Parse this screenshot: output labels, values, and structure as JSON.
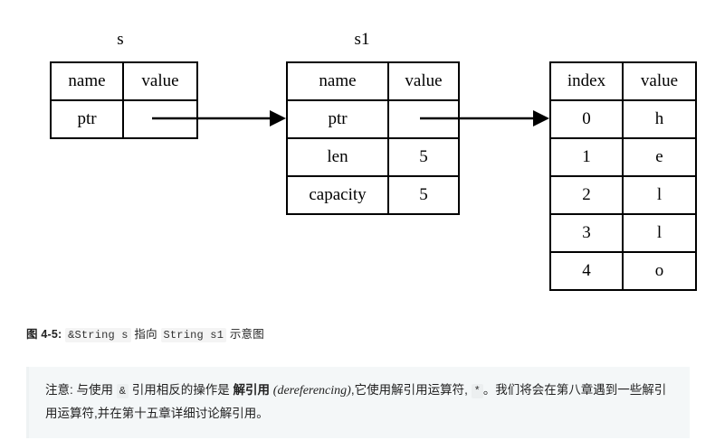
{
  "diagram": {
    "tables": [
      {
        "id": "s",
        "title": "s",
        "headers": [
          "name",
          "value"
        ],
        "rows": [
          {
            "name": "ptr",
            "value": ""
          }
        ]
      },
      {
        "id": "s1",
        "title": "s1",
        "headers": [
          "name",
          "value"
        ],
        "rows": [
          {
            "name": "ptr",
            "value": ""
          },
          {
            "name": "len",
            "value": "5"
          },
          {
            "name": "capacity",
            "value": "5"
          }
        ]
      },
      {
        "id": "heap",
        "title": "",
        "headers": [
          "index",
          "value"
        ],
        "rows": [
          {
            "name": "0",
            "value": "h"
          },
          {
            "name": "1",
            "value": "e"
          },
          {
            "name": "2",
            "value": "l"
          },
          {
            "name": "3",
            "value": "l"
          },
          {
            "name": "4",
            "value": "o"
          }
        ]
      }
    ],
    "arrows": [
      {
        "name": "arrow-s-to-s1",
        "from": "s.ptr.value",
        "to": "s1"
      },
      {
        "name": "arrow-s1-to-heap",
        "from": "s1.ptr.value",
        "to": "heap"
      }
    ],
    "line_color": "#000000"
  },
  "caption": {
    "label": "图 4-5:",
    "code1": "&String s",
    "text1": "指向",
    "code2": "String s1",
    "text2": "示意图"
  },
  "note": {
    "lead": "注意:",
    "part1": "与使用",
    "code_amp": "&",
    "part2": "引用相反的操作是",
    "bold": "解引用",
    "italic": "(dereferencing)",
    "part3": ",它使用解引用运算符,",
    "code_star": "*",
    "part4": "。我们将会在第八章遇到一些解引用运算符,并在第十五章详细讨论解引用。",
    "background": "#f4f7f8"
  }
}
